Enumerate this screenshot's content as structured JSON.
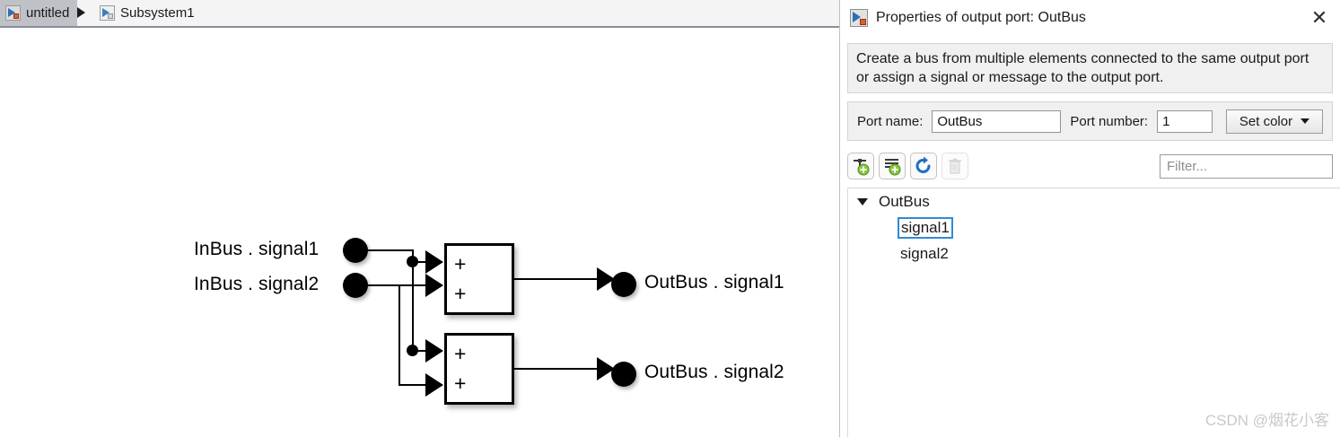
{
  "breadcrumb": {
    "items": [
      {
        "label": "untitled",
        "icon": "simulink-model-icon"
      },
      {
        "label": "Subsystem1",
        "icon": "simulink-subsystem-icon"
      }
    ],
    "separator": "▶"
  },
  "canvas": {
    "inputs": [
      {
        "label": "InBus . signal1"
      },
      {
        "label": "InBus . signal2"
      }
    ],
    "blocks": [
      {
        "name": "sum-block-1",
        "signs": [
          "+",
          "+"
        ]
      },
      {
        "name": "sum-block-2",
        "signs": [
          "+",
          "+"
        ]
      }
    ],
    "outputs": [
      {
        "label": "OutBus . signal1"
      },
      {
        "label": "OutBus . signal2"
      }
    ]
  },
  "dialog": {
    "title": "Properties of output port: OutBus",
    "close_label": "✕",
    "description": "Create a bus from multiple elements connected to the same output port or assign a signal or message to the output port.",
    "params": {
      "port_name_label": "Port name:",
      "port_name_value": "OutBus",
      "port_number_label": "Port number:",
      "port_number_value": "1",
      "set_color_label": "Set color"
    },
    "toolbar": {
      "buttons": [
        {
          "name": "add-bus-element-icon",
          "tooltip": "Add bus element",
          "enabled": true
        },
        {
          "name": "add-signal-icon",
          "tooltip": "Add signal",
          "enabled": true
        },
        {
          "name": "refresh-icon",
          "tooltip": "Refresh",
          "enabled": true
        },
        {
          "name": "delete-icon",
          "tooltip": "Delete",
          "enabled": false
        }
      ]
    },
    "filter": {
      "placeholder": "Filter...",
      "value": ""
    },
    "tree": {
      "root": {
        "label": "OutBus",
        "expanded": true
      },
      "children": [
        {
          "label": "signal1",
          "selected": true
        },
        {
          "label": "signal2",
          "selected": false
        }
      ]
    }
  },
  "watermark": "CSDN @烟花小客",
  "colors": {
    "selection_blue": "#2f8ad6",
    "crumb_active_bg": "#bfc1c6",
    "panel_bg": "#f0f0f0",
    "wire": "#000000"
  }
}
